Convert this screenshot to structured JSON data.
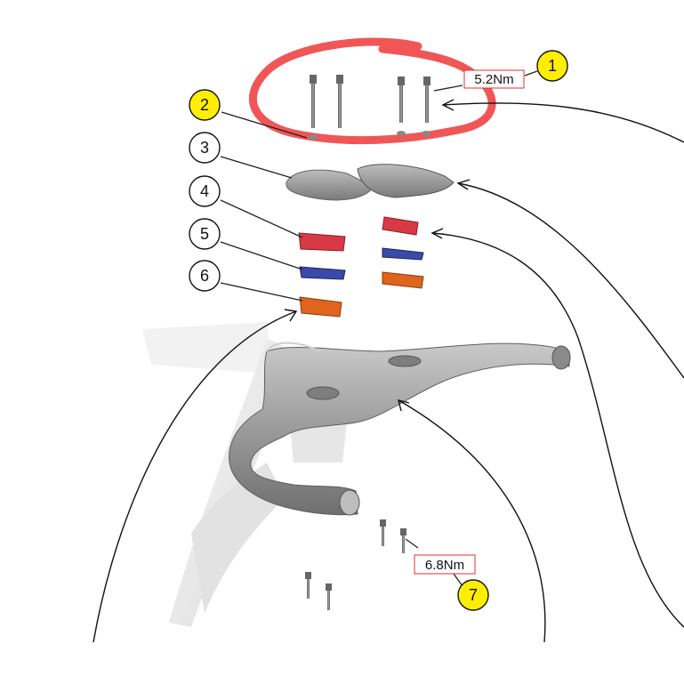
{
  "callouts": [
    {
      "id": "1",
      "label": "1",
      "style": "yellow"
    },
    {
      "id": "2",
      "label": "2",
      "style": "yellow"
    },
    {
      "id": "3",
      "label": "3",
      "style": "white"
    },
    {
      "id": "4",
      "label": "4",
      "style": "white"
    },
    {
      "id": "5",
      "label": "5",
      "style": "white"
    },
    {
      "id": "6",
      "label": "6",
      "style": "white"
    },
    {
      "id": "7",
      "label": "7",
      "style": "yellow"
    }
  ],
  "torque": {
    "upper": "5.2Nm",
    "lower": "6.8Nm"
  },
  "colors": {
    "highlight": "#ffee00",
    "annotation_ring": "#ee4444",
    "spacer_red": "#d83a45",
    "spacer_blue": "#3a4aa8",
    "spacer_orange": "#e0641e",
    "part_gray": "#9a9a9a",
    "label_border": "#e03030"
  }
}
